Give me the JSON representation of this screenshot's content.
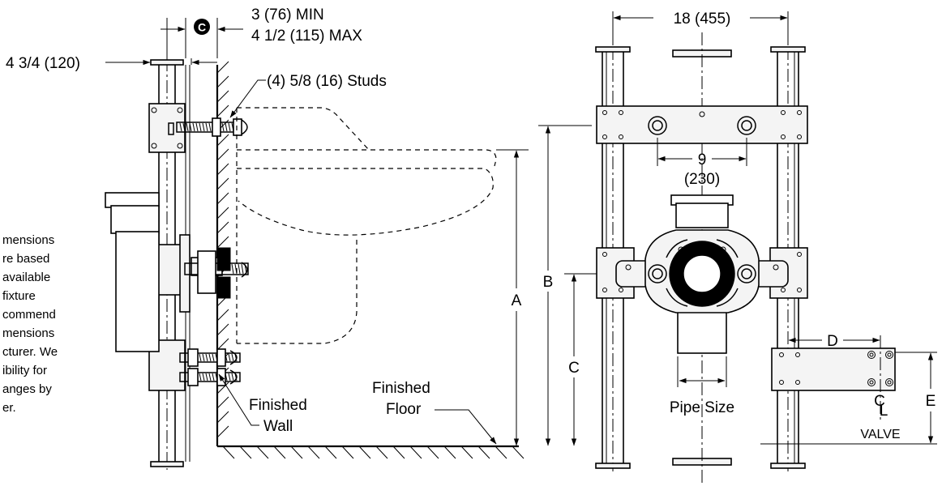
{
  "dimensions": {
    "c_min": "3 (76) MIN",
    "c_max": "4 1/2 (115) MAX",
    "overall_depth": "4 3/4 (120)",
    "studs": "(4) 5/8 (16) Studs",
    "frame_width": "18 (455)",
    "stud_spacing_in": "9",
    "stud_spacing_mm": "(230)"
  },
  "callouts": {
    "c_badge": "C",
    "A": "A",
    "B": "B",
    "C": "C",
    "D": "D",
    "E": "E"
  },
  "labels": {
    "finished_wall_line1": "Finished",
    "finished_wall_line2": "Wall",
    "finished_floor_line1": "Finished",
    "finished_floor_line2": "Floor",
    "pipe_size": "Pipe Size",
    "centerline_c": "C",
    "centerline_l": "L",
    "valve": "VALVE"
  },
  "note": {
    "lines": [
      "mensions",
      "re based",
      "available",
      "fixture",
      "commend",
      "mensions",
      "cturer.  We",
      "ibility for",
      "anges by",
      "er."
    ]
  }
}
